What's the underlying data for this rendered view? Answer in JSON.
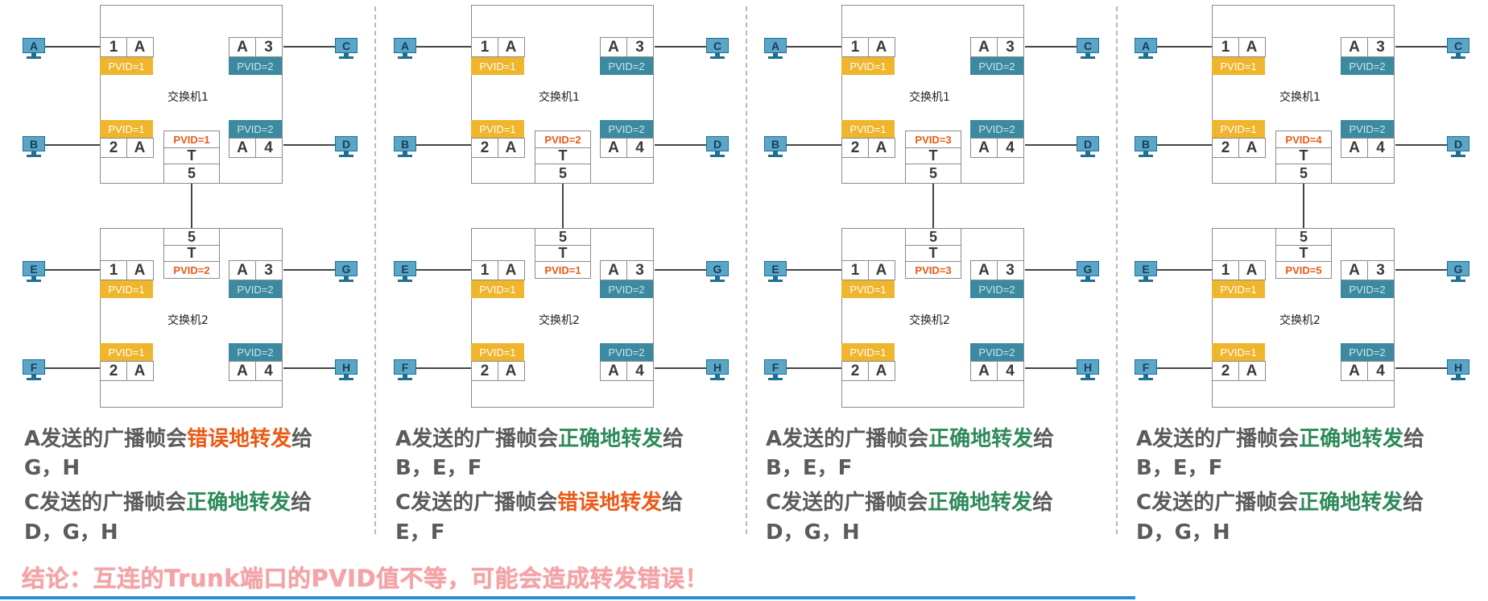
{
  "switch1_label": "交换机1",
  "switch2_label": "交换机2",
  "access_port_labels": {
    "p1": "1",
    "p2": "2",
    "p3": "3",
    "p4": "4",
    "mode": "A"
  },
  "pvid_labels": {
    "v1": "PVID=1",
    "v2": "PVID=2"
  },
  "trunk": {
    "port": "5",
    "mode": "T"
  },
  "hosts": {
    "A": "A",
    "B": "B",
    "C": "C",
    "D": "D",
    "E": "E",
    "F": "F",
    "G": "G",
    "H": "H"
  },
  "panels": [
    {
      "sw1_trunk_pvid": "PVID=1",
      "sw2_trunk_pvid": "PVID=2",
      "line1": {
        "prefix": "A发送的广播帧会",
        "status": "错误地转发",
        "status_type": "err",
        "suffix": "给"
      },
      "line1_hosts": "G，H",
      "line2": {
        "prefix": "C发送的广播帧会",
        "status": "正确地转发",
        "status_type": "ok",
        "suffix": "给"
      },
      "line2_hosts": "D，G，H"
    },
    {
      "sw1_trunk_pvid": "PVID=2",
      "sw2_trunk_pvid": "PVID=1",
      "line1": {
        "prefix": "A发送的广播帧会",
        "status": "正确地转发",
        "status_type": "ok",
        "suffix": "给"
      },
      "line1_hosts": "B，E，F",
      "line2": {
        "prefix": "C发送的广播帧会",
        "status": "错误地转发",
        "status_type": "err",
        "suffix": "给"
      },
      "line2_hosts": "E，F"
    },
    {
      "sw1_trunk_pvid": "PVID=3",
      "sw2_trunk_pvid": "PVID=3",
      "line1": {
        "prefix": "A发送的广播帧会",
        "status": "正确地转发",
        "status_type": "ok",
        "suffix": "给"
      },
      "line1_hosts": "B，E，F",
      "line2": {
        "prefix": "C发送的广播帧会",
        "status": "正确地转发",
        "status_type": "ok",
        "suffix": "给"
      },
      "line2_hosts": "D，G，H"
    },
    {
      "sw1_trunk_pvid": "PVID=4",
      "sw2_trunk_pvid": "PVID=5",
      "line1": {
        "prefix": "A发送的广播帧会",
        "status": "正确地转发",
        "status_type": "ok",
        "suffix": "给"
      },
      "line1_hosts": "B，E，F",
      "line2": {
        "prefix": "C发送的广播帧会",
        "status": "正确地转发",
        "status_type": "ok",
        "suffix": "给"
      },
      "line2_hosts": "D，G，H"
    }
  ],
  "conclusion": "结论：互连的Trunk端口的PVID值不等，可能会造成转发错误！",
  "colors": {
    "pvid1": "#efb52d",
    "pvid2": "#3b8aa0",
    "error": "#ea5a16",
    "ok": "#2e8a5a",
    "conclusion": "#f4a3a6",
    "pc": "#5aa6c8"
  }
}
